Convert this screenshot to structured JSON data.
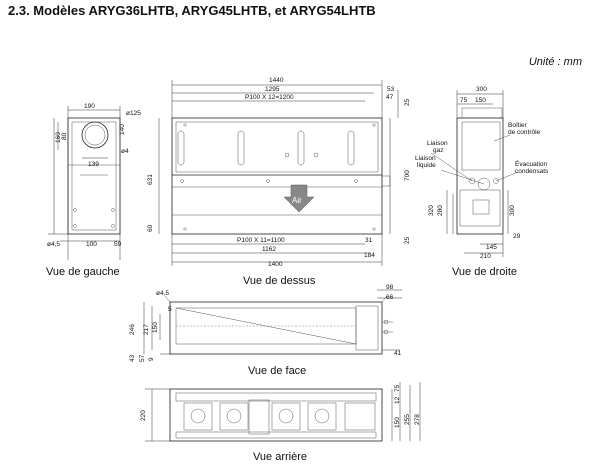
{
  "heading": "2.3. Modèles ARYG36LHTB, ARYG45LHTB, et ARYG54LHTB",
  "unit": "Unité : mm",
  "views": {
    "left": "Vue de gauche",
    "top": "Vue de dessus",
    "right": "Vue de droite",
    "front": "Vue de face",
    "rear": "Vue arrière"
  },
  "airflow_label": "Air",
  "labels": {
    "boitier": "Boîtier",
    "de_control": "de contrôle",
    "liaison_gaz_1": "Liaison",
    "liaison_gaz_2": "gaz",
    "liaison_liq_1": "Liaison",
    "liaison_liq_2": "liquide",
    "evac_1": "Évacuation",
    "evac_2": "condensats"
  },
  "dims_left": {
    "w190": "190",
    "d125": "ø125",
    "d160": "160",
    "d80": "80",
    "d140": "140",
    "d139": "139",
    "d4": "ø4",
    "d631": "631",
    "d60": "60",
    "d45": "ø4,5",
    "d100": "100",
    "d59": "59"
  },
  "dims_top": {
    "d1440": "1440",
    "d1295": "1295",
    "d53": "53",
    "p1200": "P100 X 12=1200",
    "d47": "47",
    "d25a": "25",
    "d700": "700",
    "d25b": "25",
    "p1100": "P100 X 11=1100",
    "d31": "31",
    "d1162": "1162",
    "d184": "184",
    "d1400": "1400"
  },
  "dims_right": {
    "d300a": "300",
    "d75": "75",
    "d150": "150",
    "d320": "320",
    "d280": "280",
    "d300b": "300",
    "d29": "29",
    "d145": "145",
    "d210": "210"
  },
  "dims_front": {
    "d45": "ø4,5",
    "d98": "98",
    "d66": "66",
    "d246": "246",
    "d217": "217",
    "d150": "150",
    "d5": "5",
    "d43": "43",
    "d57": "57",
    "d9": "9",
    "d41": "41"
  },
  "dims_rear": {
    "d220": "220",
    "d75": "75",
    "d12": "12",
    "d150": "150",
    "d255": "255",
    "d278": "278"
  }
}
